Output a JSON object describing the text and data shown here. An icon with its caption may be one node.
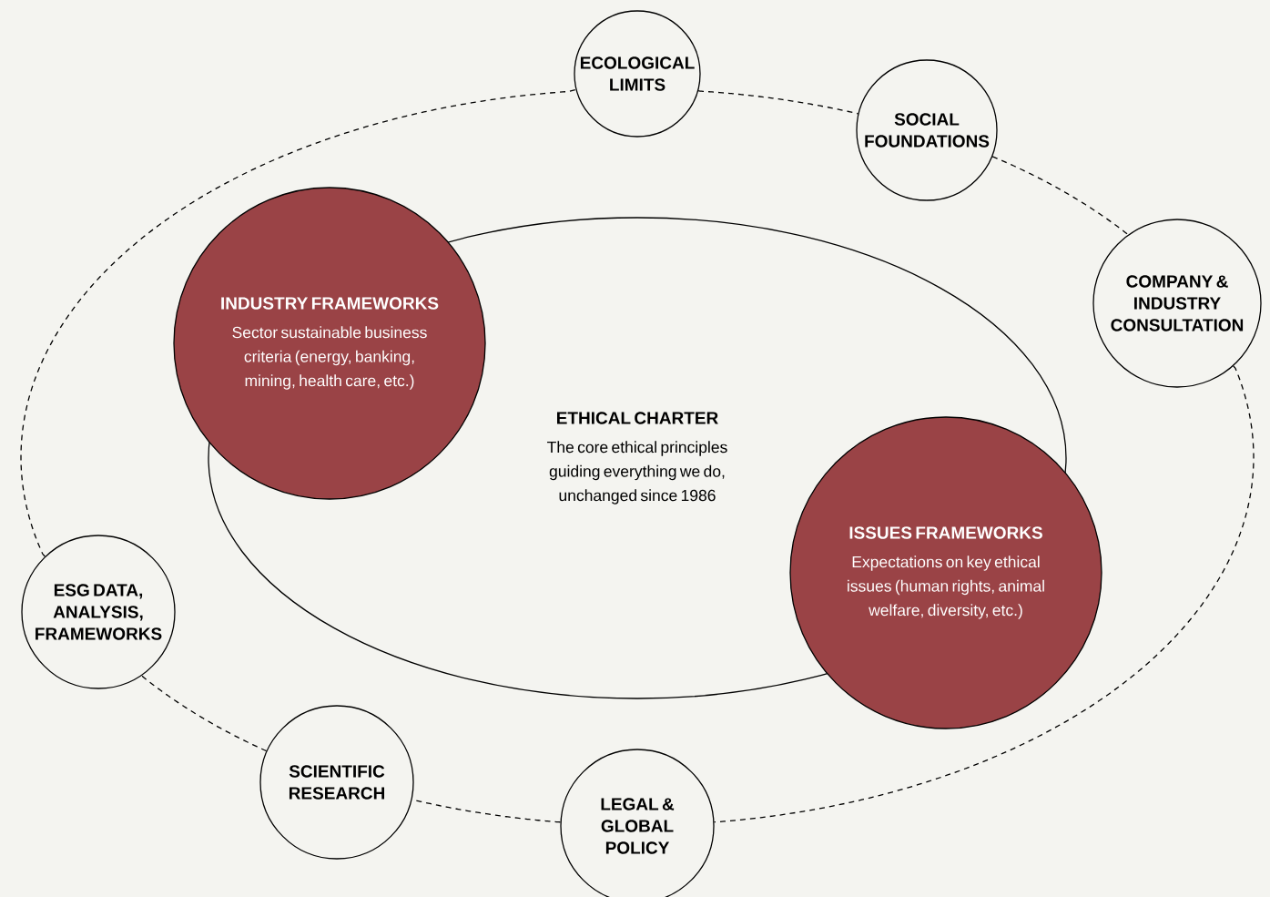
{
  "diagram": {
    "nodes": [
      {
        "text": [
          "ECOLOGICAL LIMITS"
        ]
      },
      {
        "text": [
          "SOCIAL FOUNDATIONS"
        ]
      },
      {
        "text": [
          "COMPANY & INDUSTRY CONSULTATION"
        ]
      },
      {
        "text": [
          "INDUSTRY FRAMEWORKS",
          "Sector sustainable business criteria (energy, banking, mining, health care, etc.)"
        ]
      },
      {
        "text": [
          "ETHICAL CHARTER",
          "The core ethical principles guiding everything we do, unchanged since 1986"
        ]
      },
      {
        "text": [
          "ISSUES FRAMEWORKS",
          "Expectations on key ethical issues (human rights, animal welfare, diversity, etc.)"
        ]
      },
      {
        "text": [
          "ESG DATA, ANALYSIS, FRAMEWORKS"
        ]
      },
      {
        "text": [
          "SCIENTIFIC RESEARCH"
        ]
      },
      {
        "text": [
          "LEGAL & GLOBAL POLICY"
        ]
      }
    ],
    "edges": [
      {
        "from": 0,
        "to": 1,
        "arrow": "none",
        "style": "dashed"
      },
      {
        "from": 1,
        "to": 2,
        "arrow": "none",
        "style": "dashed"
      },
      {
        "from": 2,
        "to": 8,
        "arrow": "none",
        "style": "dashed"
      },
      {
        "from": 8,
        "to": 7,
        "arrow": "none",
        "style": "dashed"
      },
      {
        "from": 7,
        "to": 6,
        "arrow": "none",
        "style": "dashed"
      },
      {
        "from": 6,
        "to": 0,
        "arrow": "none",
        "style": "dashed"
      }
    ]
  }
}
